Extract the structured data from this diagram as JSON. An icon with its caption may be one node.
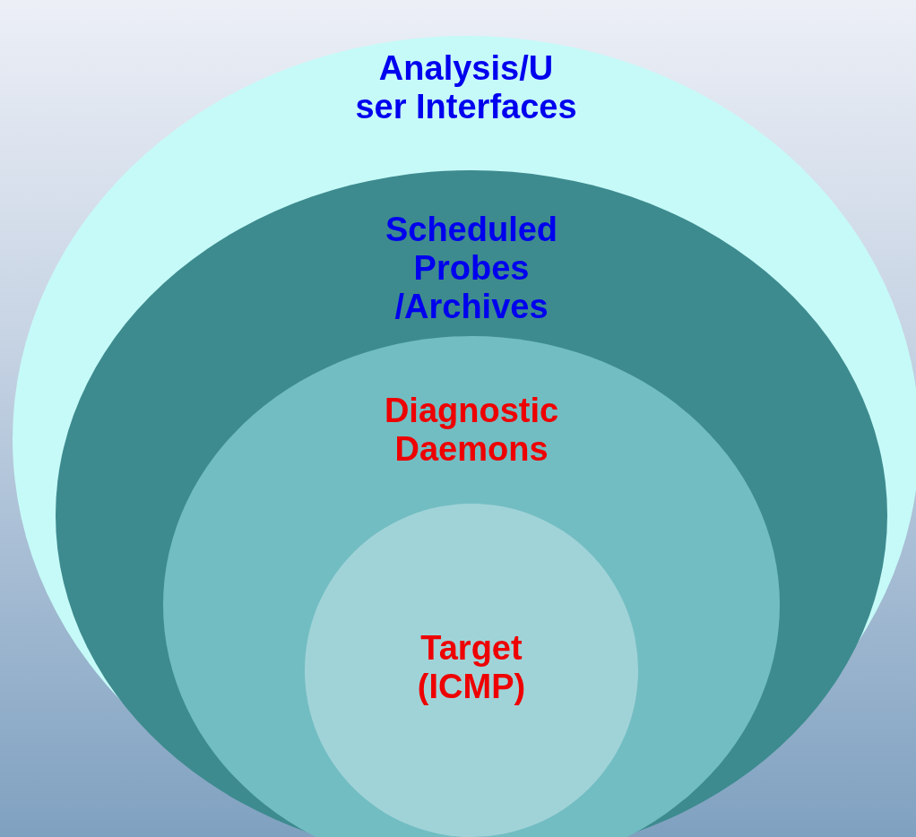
{
  "diagram": {
    "nodes": [
      {
        "text": [
          "Analysis/U ser Interfaces"
        ]
      },
      {
        "text": [
          "Scheduled Probes /Archives"
        ],
        "in": 0
      },
      {
        "text": [
          "Diagnostic Daemons"
        ],
        "in": 1
      },
      {
        "text": [
          "Target (ICMP)"
        ],
        "in": 2
      }
    ],
    "edges": []
  }
}
